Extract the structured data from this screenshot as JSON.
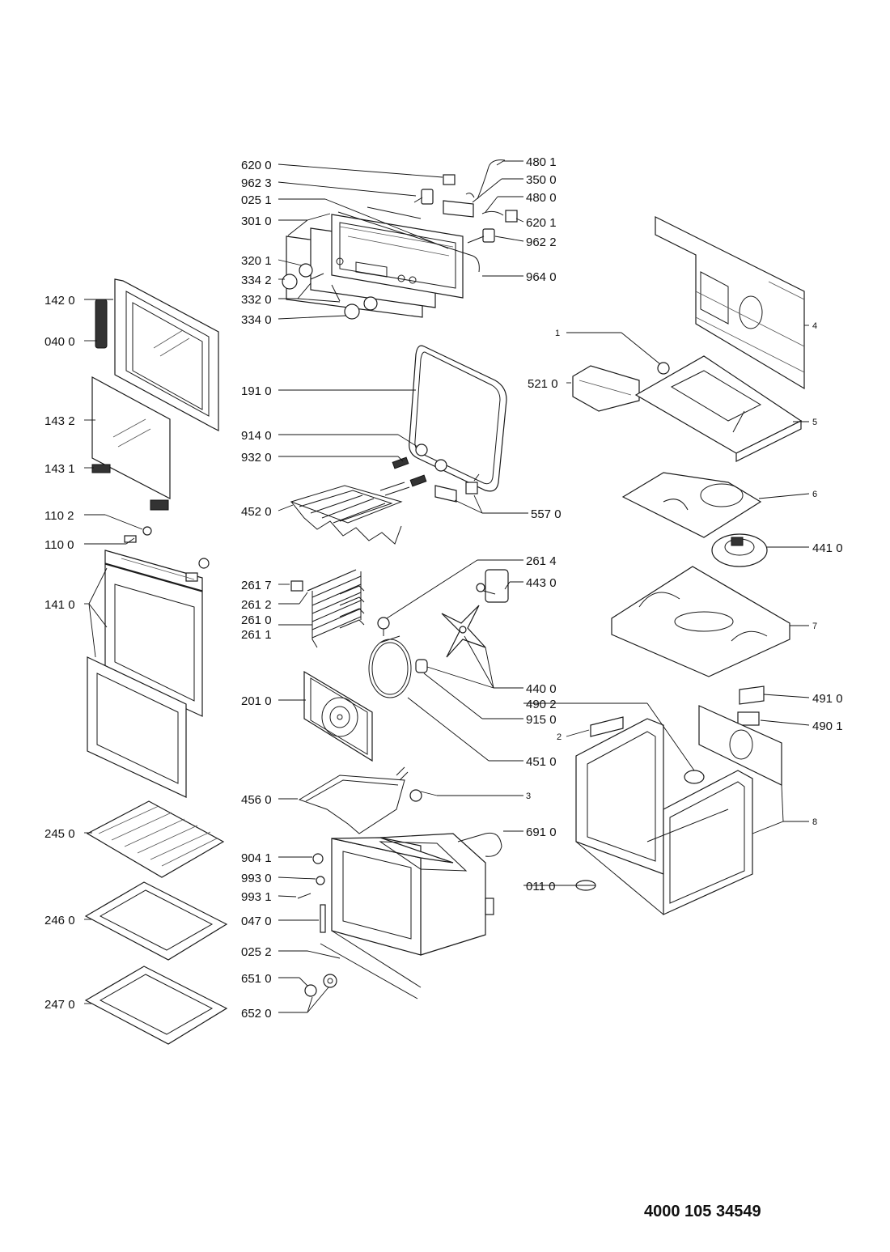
{
  "document_number": "4000 105 34549",
  "part_labels": [
    "620 0",
    "962 3",
    "025 1",
    "301 0",
    "320 1",
    "334 2",
    "332 0",
    "334 0",
    "480 1",
    "350 0",
    "480 0",
    "620 1",
    "962 2",
    "964 0",
    "142 0",
    "040 0",
    "143 2",
    "143 1",
    "110 2",
    "110 0",
    "141 0",
    "191 0",
    "914 0",
    "932 0",
    "452 0",
    "557 0",
    "261 7",
    "261 2",
    "261 0",
    "261 1",
    "261 4",
    "443 0",
    "201 0",
    "440 0",
    "490 2",
    "915 0",
    "451 0",
    "456 0",
    "245 0",
    "246 0",
    "247 0",
    "904 1",
    "993 0",
    "993 1",
    "047 0",
    "025 2",
    "651 0",
    "652 0",
    "691 0",
    "011 0",
    "1",
    "521 0",
    "4",
    "5",
    "6",
    "441 0",
    "7",
    "491 0",
    "490 1",
    "2",
    "3",
    "8"
  ]
}
